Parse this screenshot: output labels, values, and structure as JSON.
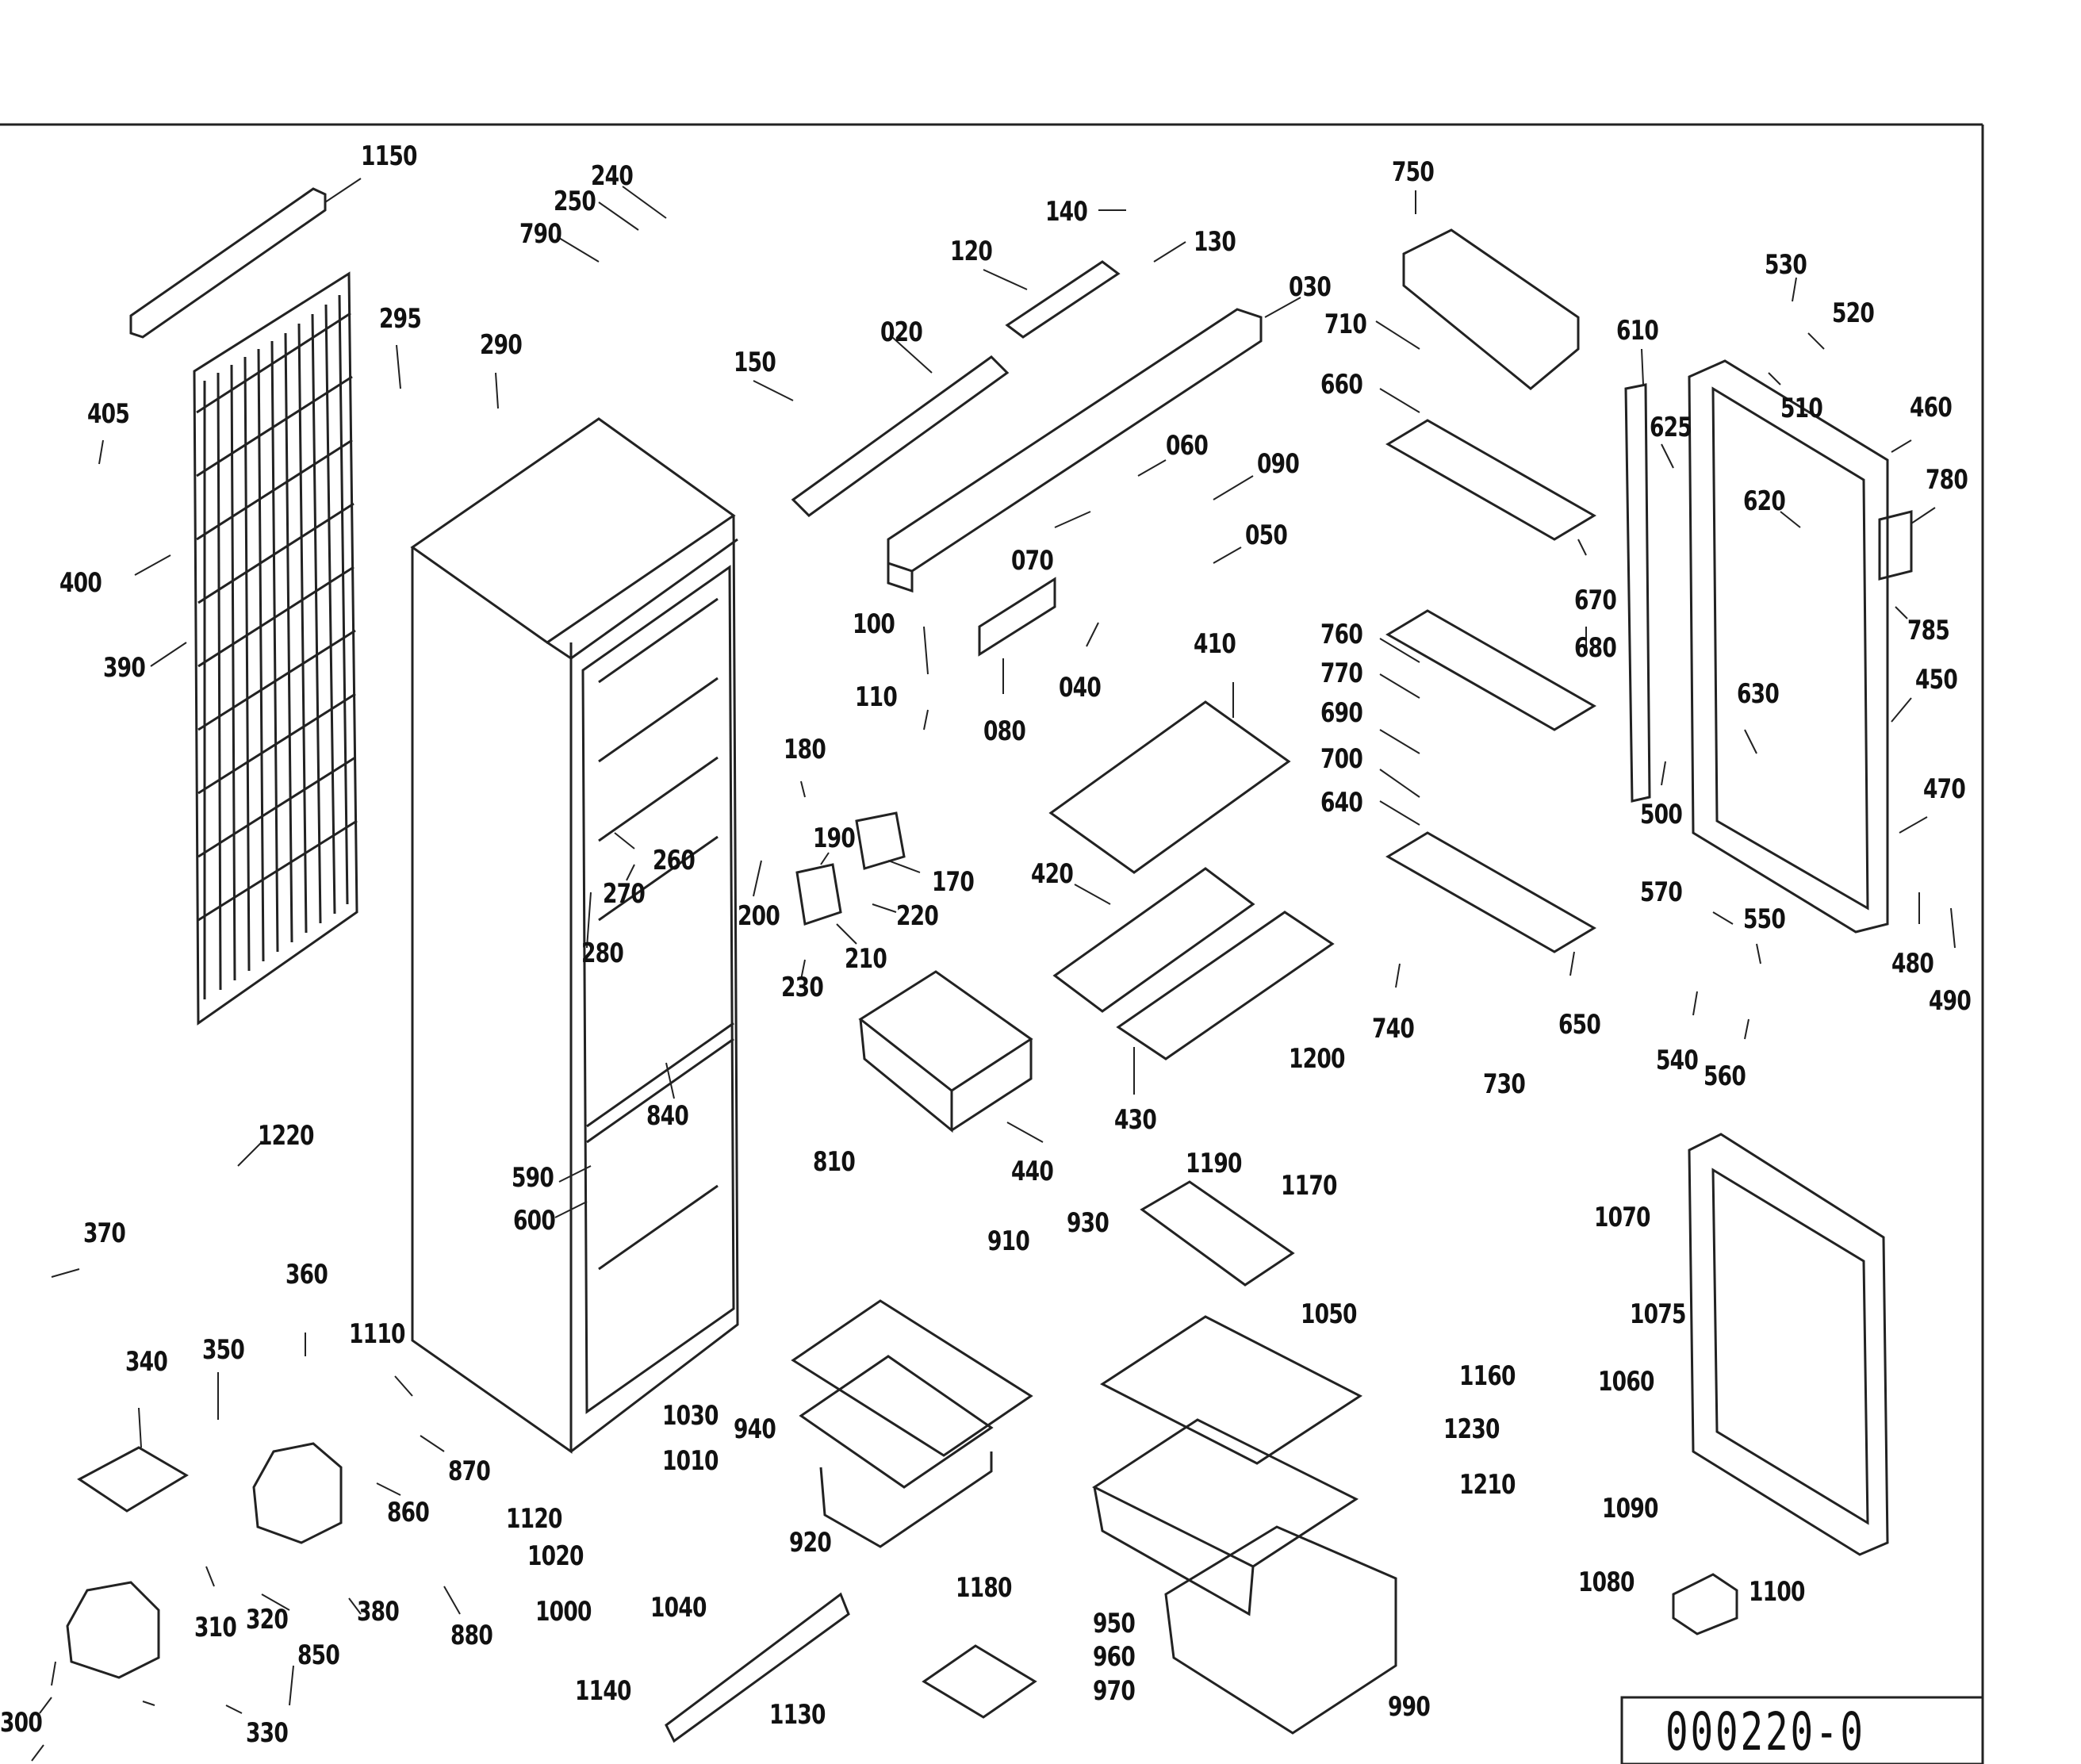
{
  "diagram_id": "000220-0",
  "labels": [
    "1150",
    "240",
    "250",
    "790",
    "295",
    "290",
    "405",
    "400",
    "390",
    "140",
    "130",
    "120",
    "020",
    "150",
    "030",
    "060",
    "090",
    "070",
    "050",
    "100",
    "080",
    "040",
    "110",
    "750",
    "710",
    "660",
    "670",
    "680",
    "760",
    "770",
    "690",
    "700",
    "640",
    "650",
    "740",
    "610",
    "625",
    "620",
    "530",
    "520",
    "510",
    "460",
    "780",
    "785",
    "630",
    "500",
    "450",
    "470",
    "480",
    "490",
    "570",
    "550",
    "540",
    "560",
    "410",
    "420",
    "430",
    "440",
    "180",
    "190",
    "170",
    "220",
    "210",
    "200",
    "230",
    "260",
    "270",
    "280",
    "840",
    "590",
    "600",
    "1220",
    "370",
    "360",
    "340",
    "350",
    "1110",
    "870",
    "860",
    "880",
    "380",
    "320",
    "310",
    "330",
    "300",
    "850",
    "1120",
    "1030",
    "1010",
    "1020",
    "1000",
    "1040",
    "1140",
    "1130",
    "940",
    "920",
    "910",
    "930",
    "810",
    "1180",
    "1190",
    "1170",
    "1160",
    "1200",
    "730",
    "1050",
    "1230",
    "1210",
    "950",
    "960",
    "970",
    "990",
    "1070",
    "1075",
    "1060",
    "1090",
    "1080",
    "1100"
  ],
  "colors": {
    "line": "#222222",
    "background": "#ffffff"
  }
}
